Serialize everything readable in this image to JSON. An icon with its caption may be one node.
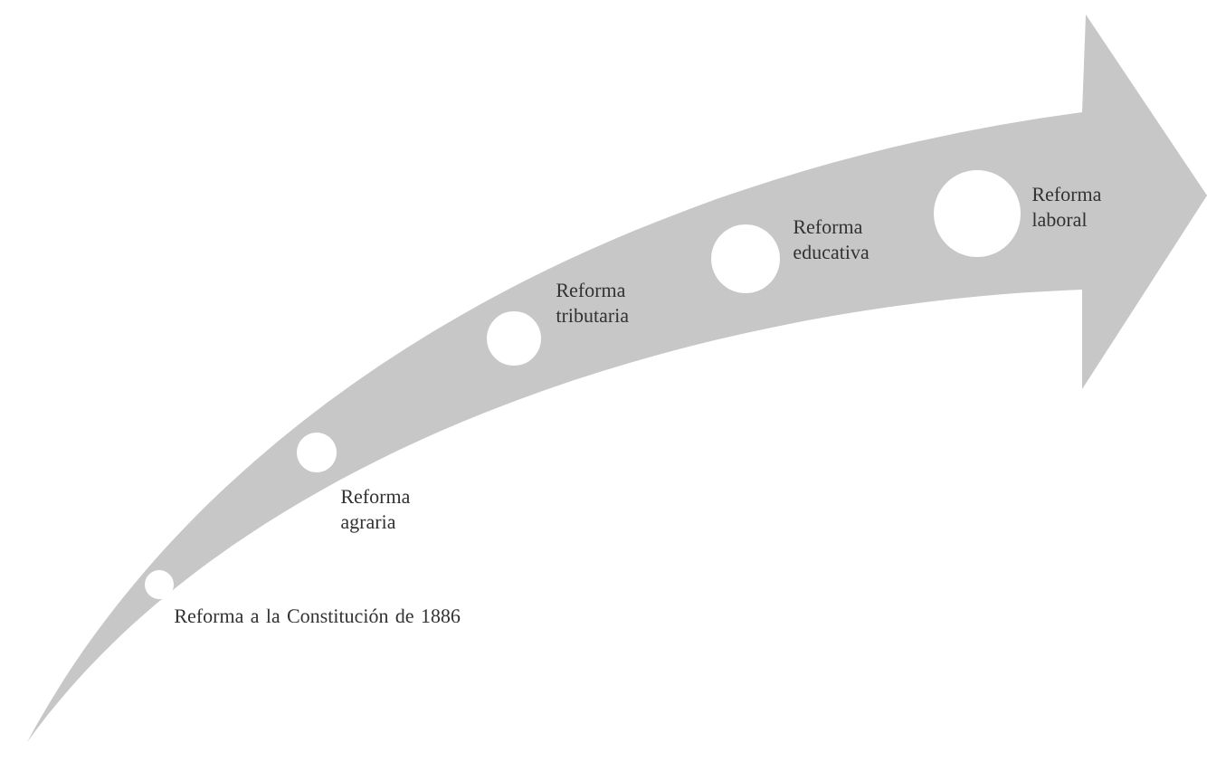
{
  "diagram": {
    "nodes": [
      {
        "text": [],
        "shape": "circle",
        "beside": [
          "Reforma a la Constitución de 1886"
        ]
      },
      {
        "text": [],
        "shape": "circle",
        "beside": [
          "Reforma agraria"
        ]
      },
      {
        "text": [],
        "shape": "circle",
        "beside": [
          "Reforma tributaria"
        ]
      },
      {
        "text": [],
        "shape": "circle",
        "beside": [
          "Reforma educativa"
        ]
      },
      {
        "text": [],
        "shape": "circle",
        "beside": [
          "Reforma laboral"
        ]
      }
    ]
  }
}
